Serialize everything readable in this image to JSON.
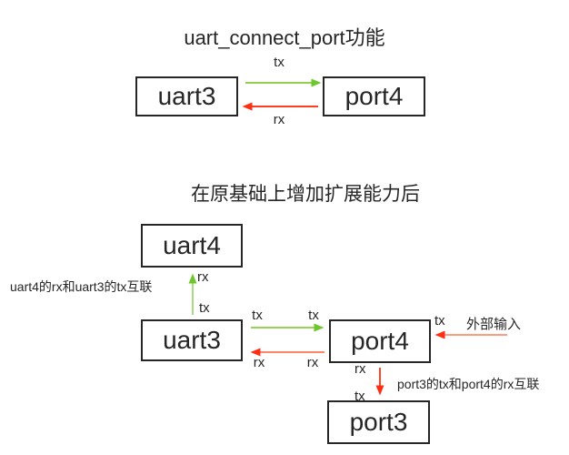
{
  "colors": {
    "background": "#FFFFFF",
    "box_border": "#262626",
    "text": "#262626",
    "arrow_green": "#92D050",
    "arrow_green_head": "#6FC72E",
    "arrow_red": "#FF4224",
    "arrow_red_light": "#FF8568",
    "arrow_red_head": "#FF2D12"
  },
  "labels": {
    "tx": "tx",
    "rx": "rx"
  },
  "section_basic": {
    "title": "uart_connect_port功能",
    "boxes": {
      "uart3": "uart3",
      "port4": "port4"
    }
  },
  "section_extended": {
    "title": "在原基础上增加扩展能力后",
    "boxes": {
      "uart4": "uart4",
      "uart3": "uart3",
      "port4": "port4",
      "port3": "port3"
    },
    "annotations": {
      "uart_link": "uart4的rx和uart3的tx互联",
      "port_link": "port3的tx和port4的rx互联",
      "external_input": "外部输入"
    }
  }
}
